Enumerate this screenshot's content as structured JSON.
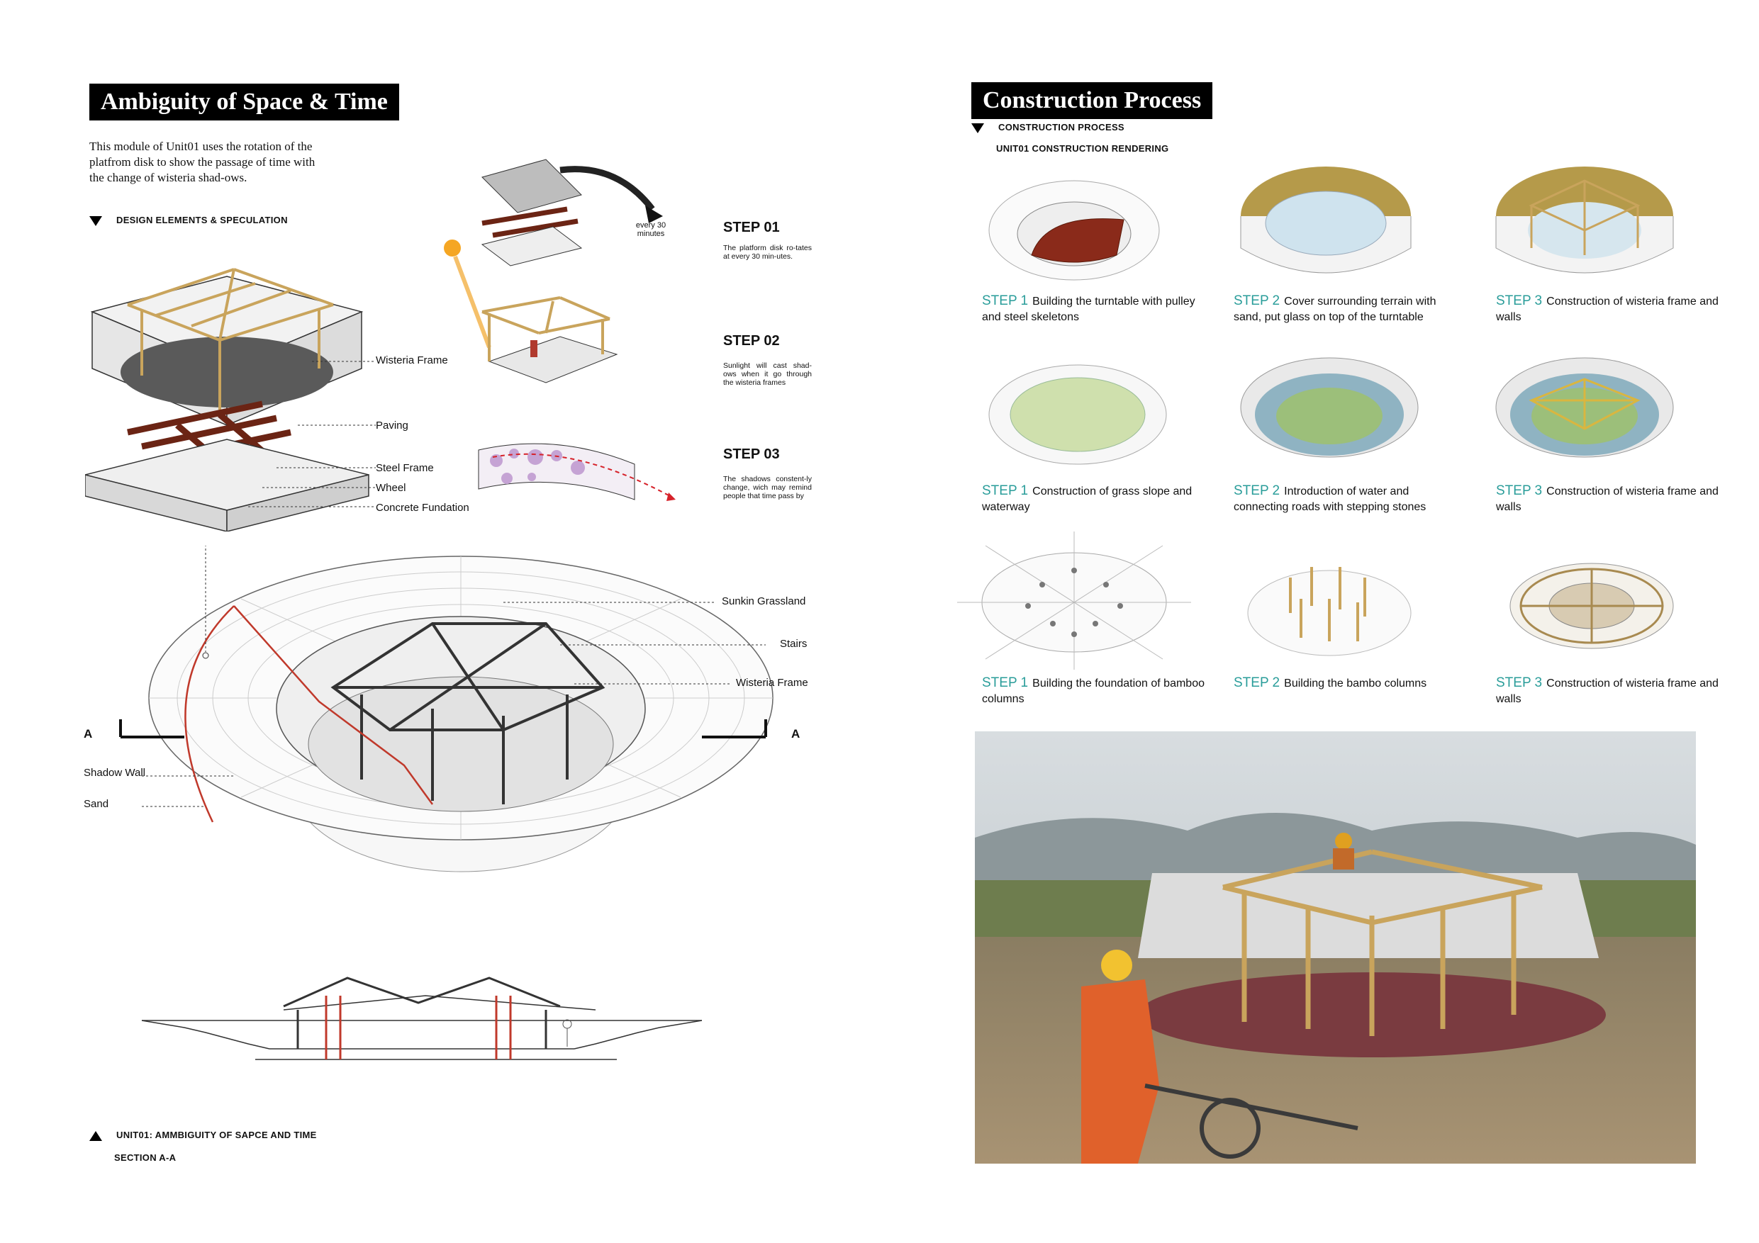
{
  "left": {
    "title": "Ambiguity of Space & Time",
    "intro": "This module of Unit01 uses the rotation of the platfrom disk to show the passage of time with the change of wisteria shad-ows.",
    "design_header": "DESIGN ELEMENTS & SPECULATION",
    "rotation_note": "every 30 minutes",
    "steps": [
      {
        "label": "STEP 01",
        "text": "The platform disk ro-tates at every 30 min-utes."
      },
      {
        "label": "STEP 02",
        "text": "Sunlight will cast shad-ows when it go through the wisteria frames"
      },
      {
        "label": "STEP 03",
        "text": "The shadows constent-ly change, wich may remind people that time pass by"
      }
    ],
    "exploded_labels": [
      "Wisteria Frame",
      "Paving",
      "Steel Frame",
      "Wheel",
      "Concrete Fundation"
    ],
    "axo_labels": [
      "Sunkin Grassland",
      "Stairs",
      "Wisteria Frame",
      "Shadow Wall",
      "Sand"
    ],
    "section_marker": "A",
    "footer_title": "UNIT01: AMMBIGUITY OF SAPCE AND TIME",
    "footer_sub": "SECTION A-A"
  },
  "right": {
    "title": "Construction Process",
    "header1": "CONSTRUCTION PROCESS",
    "header2": "UNIT01 CONSTRUCTION RENDERING",
    "rows": [
      [
        {
          "step": "STEP 1",
          "text": "Building the turntable with pulley and steel skeletons"
        },
        {
          "step": "STEP 2",
          "text": "Cover surrounding terrain with sand, put glass on top of the turntable"
        },
        {
          "step": "STEP 3",
          "text": "Construction of wisteria frame and walls"
        }
      ],
      [
        {
          "step": "STEP 1",
          "text": "Construction of grass slope and waterway"
        },
        {
          "step": "STEP 2",
          "text": "Introduction of water and connecting roads with stepping stones"
        },
        {
          "step": "STEP 3",
          "text": "Construction of wisteria frame and walls"
        }
      ],
      [
        {
          "step": "STEP 1",
          "text": "Building the foundation of bamboo columns"
        },
        {
          "step": "STEP 2",
          "text": "Building the bambo columns"
        },
        {
          "step": "STEP 3",
          "text": "Construction of wisteria frame and walls"
        }
      ]
    ]
  },
  "colors": {
    "accent": "#2a9d9a",
    "red": "#c0392b",
    "bamboo": "#c9a45c",
    "steel": "#7a2a1a"
  }
}
